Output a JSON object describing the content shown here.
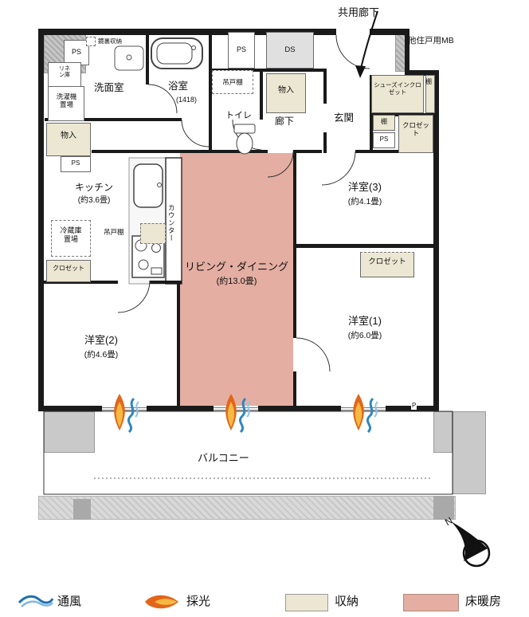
{
  "exterior": {
    "common_corridor": "共用廊下",
    "other_unit_mb": "他住戸用MB"
  },
  "rooms": {
    "washroom": {
      "name": "洗面室"
    },
    "bathroom": {
      "name": "浴室",
      "size": "(1418)"
    },
    "toilet": {
      "name": "トイレ"
    },
    "hallway": {
      "name": "廊下"
    },
    "entrance": {
      "name": "玄関"
    },
    "kitchen": {
      "name": "キッチン",
      "size": "(約3.6畳)"
    },
    "living_dining": {
      "name": "リビング・ダイニング",
      "size": "(約13.0畳)"
    },
    "bedroom3": {
      "name": "洋室(3)",
      "size": "(約4.1畳)"
    },
    "bedroom1": {
      "name": "洋室(1)",
      "size": "(約6.0畳)"
    },
    "bedroom2": {
      "name": "洋室(2)",
      "size": "(約4.6畳)"
    },
    "balcony": {
      "name": "バルコニー"
    }
  },
  "fixtures": {
    "mirror_storage": "鏡裏収納",
    "linen_cabinet": "リネン庫",
    "washer_space": "洗濯機置場",
    "storage": "物入",
    "hanging_cupboard": "吊戸棚",
    "counter": "カウンター",
    "fridge_space": "冷蔵庫置場",
    "shoes_in_closet": "シューズインクロゼット",
    "shelf": "棚",
    "closet": "クロゼット",
    "ps": "PS",
    "ds": "DS",
    "parking": "P"
  },
  "legend": {
    "wind": "通風",
    "daylight": "採光",
    "storage": "収納",
    "floor_heating": "床暖房"
  },
  "compass": {
    "north": "N"
  },
  "colors": {
    "floor_heating": "#e4aea2",
    "storage": "#ece7d2",
    "wall": "#1a1a1a",
    "common_gray": "#c9c9c9",
    "wind_blue": "#2e86c1",
    "light_orange": "#e2661a"
  }
}
